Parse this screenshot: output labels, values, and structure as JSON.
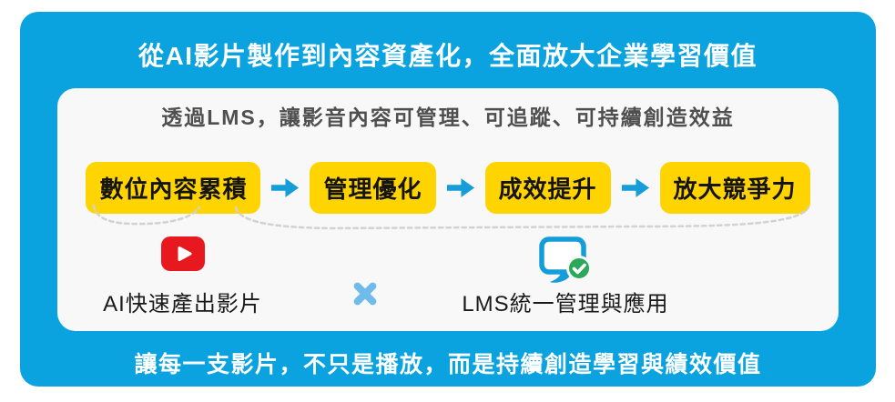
{
  "header": {
    "title": "從AI影片製作到內容資產化，全面放大企業學習價值"
  },
  "card": {
    "subtitle": "透過LMS，讓影音內容可管理、可追蹤、可持續創造效益",
    "flow_steps": [
      "數位內容累積",
      "管理優化",
      "成效提升",
      "放大競爭力"
    ],
    "flow_arrow_icon": "arrow-right-icon",
    "media": {
      "video": {
        "icon": "video-play-icon",
        "label": "AI快速產出影片"
      },
      "operator_icon": "multiply-icon",
      "lms": {
        "icon": "monitor-check-icon",
        "label": "LMS統一管理與應用"
      }
    }
  },
  "footer": {
    "caption": "讓每一支影片，不只是播放，而是持續創造學習與績效價值"
  },
  "colors": {
    "panel_blue": "#0aa3e0",
    "card_bg": "#f7f8f7",
    "step_yellow": "#ffd400",
    "step_text": "#141414",
    "arrow_blue": "#149dd8",
    "multiply_blue": "#6fbbe9",
    "video_red": "#e8191e",
    "monitor_blue": "#149dd8",
    "check_green": "#2ba85a",
    "title_white": "#ffffff",
    "subtitle_gray": "#4f4f4f",
    "dash_gray": "#d2d2d2"
  }
}
